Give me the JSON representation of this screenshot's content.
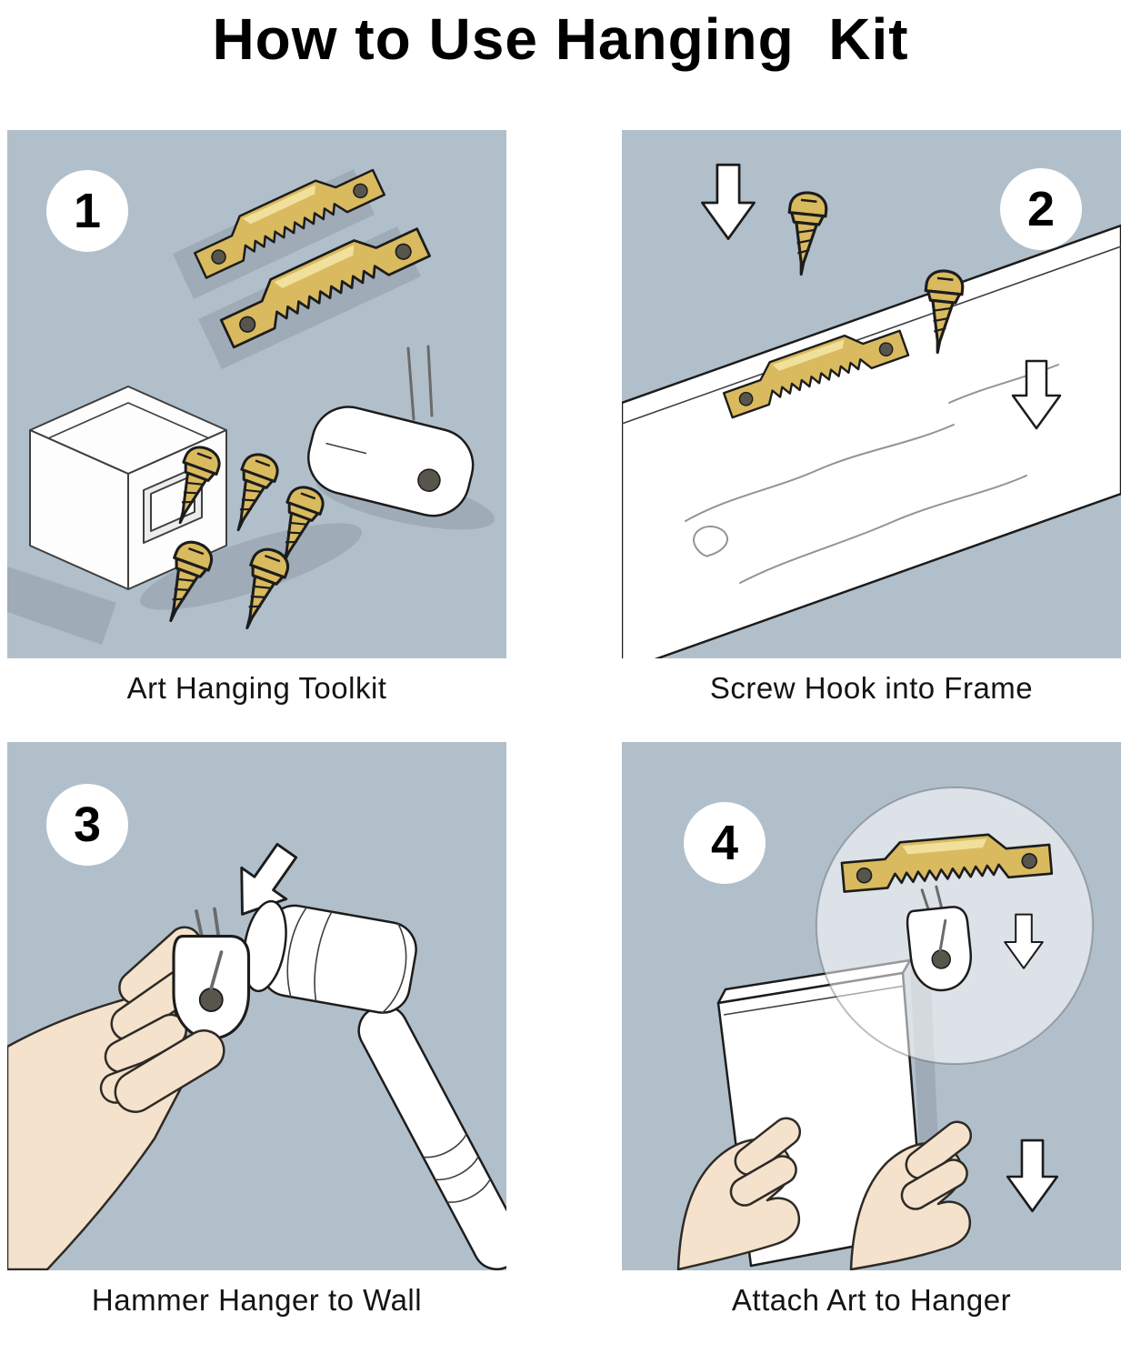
{
  "title": "How to Use Hanging  Kit",
  "panels": [
    {
      "number": "1",
      "caption": "Art Hanging Toolkit"
    },
    {
      "number": "2",
      "caption": "Screw Hook into Frame"
    },
    {
      "number": "3",
      "caption": "Hammer Hanger to Wall"
    },
    {
      "number": "4",
      "caption": "Attach Art to Hanger"
    }
  ],
  "colors": {
    "panel-bg": "#b1bfca",
    "brass": "#d9ba5f",
    "brass-highlight": "#f1e09c",
    "skin": "#f4e2cc",
    "ink": "#1c1c1c",
    "white": "#ffffff"
  }
}
